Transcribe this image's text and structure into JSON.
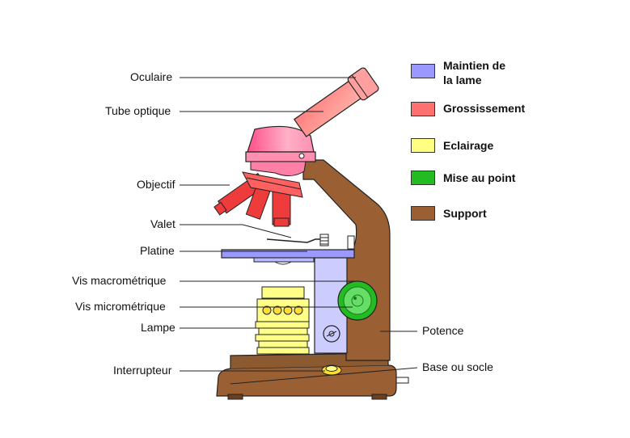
{
  "labels_left": {
    "oculaire": "Oculaire",
    "tube_optique": "Tube optique",
    "objectif": "Objectif",
    "valet": "Valet",
    "platine": "Platine",
    "vis_macro": "Vis macrométrique",
    "vis_micro": "Vis micrométrique",
    "lampe": "Lampe",
    "interrupteur": "Interrupteur"
  },
  "labels_right": {
    "potence": "Potence",
    "base": "Base ou socle"
  },
  "legend": [
    {
      "line1": "Maintien de",
      "line2": "la lame",
      "color": "#9999ff"
    },
    {
      "line1": "Grossissement",
      "line2": "",
      "color": "#ff7070"
    },
    {
      "line1": "Eclairage",
      "line2": "",
      "color": "#ffff80"
    },
    {
      "line1": "Mise au point",
      "line2": "",
      "color": "#22bb22"
    },
    {
      "line1": "Support",
      "line2": "",
      "color": "#9a6033"
    }
  ],
  "colors": {
    "support": "#9a6033",
    "support_dark": "#6b3f1f",
    "stage": "#9999ff",
    "optics": "#ff7f7f",
    "objective": "#ee3b3b",
    "lamp": "#ffff88",
    "focus": "#22bb22",
    "outline": "#222222"
  }
}
